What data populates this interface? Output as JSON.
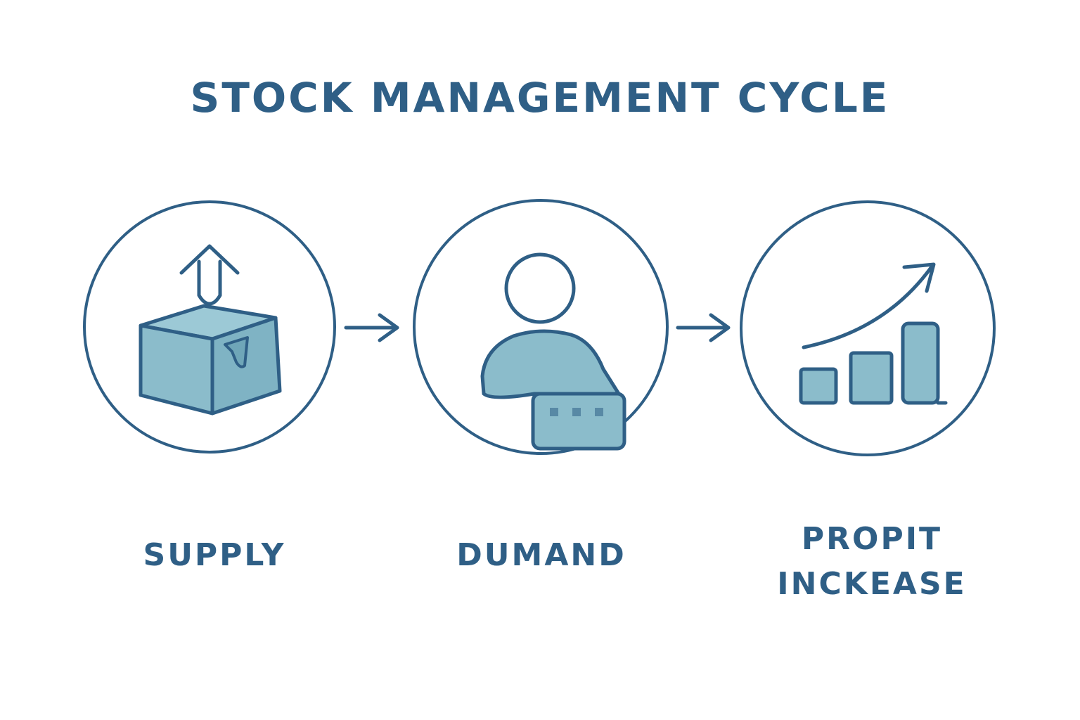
{
  "title": "STOCK MANAGEMENT CYCLE",
  "colors": {
    "stroke": "#2f5f86",
    "fill": "#8bbccb",
    "fill_dark": "#6fa6b8",
    "background": "#ffffff"
  },
  "stages": [
    {
      "label": "SUPPLY",
      "icon": "box-with-up-arrow-icon"
    },
    {
      "label": "DUMAND",
      "icon": "person-with-crate-icon"
    },
    {
      "label_line1": "PROPIT",
      "label_line2": "INCKEASE",
      "icon": "rising-bar-chart-icon"
    }
  ],
  "connectors": [
    "arrow-right-icon",
    "arrow-right-icon"
  ]
}
